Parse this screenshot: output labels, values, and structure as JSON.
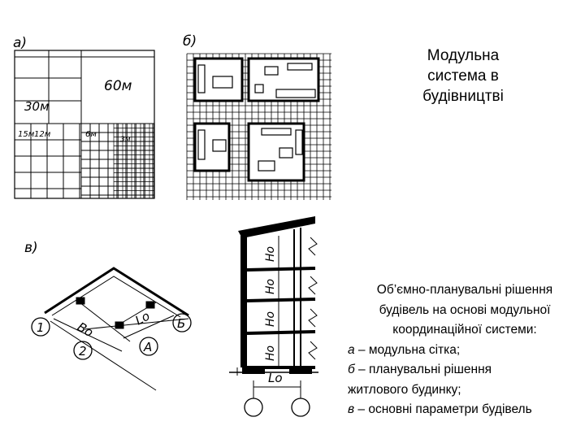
{
  "title": {
    "lines": [
      "Модульна",
      "система в",
      "будівництві"
    ]
  },
  "figure": {
    "panel_labels": {
      "a": "а)",
      "b": "б)",
      "v": "в)"
    },
    "grid_labels": [
      "60м",
      "30м",
      "15м",
      "12м",
      "6м",
      "3м"
    ],
    "axis_labels": {
      "one": "1",
      "two": "2",
      "A": "А",
      "B": "Б",
      "Bo": "Во",
      "Lo_plan": "Lо",
      "Lo_section": "Lо",
      "Ho": "Ho"
    }
  },
  "caption": {
    "heading": [
      "Об’ємно-планувальні рішення",
      "будівель на основі модульної",
      "координаційної системи:"
    ],
    "items": [
      {
        "letter": "а",
        "text": " – модульна сітка;"
      },
      {
        "letter": "б",
        "text": " – планувальні рішення"
      },
      {
        "letter": "",
        "text": "житлового будинку;"
      },
      {
        "letter": "в",
        "text": " – основні параметри будівель"
      }
    ]
  }
}
